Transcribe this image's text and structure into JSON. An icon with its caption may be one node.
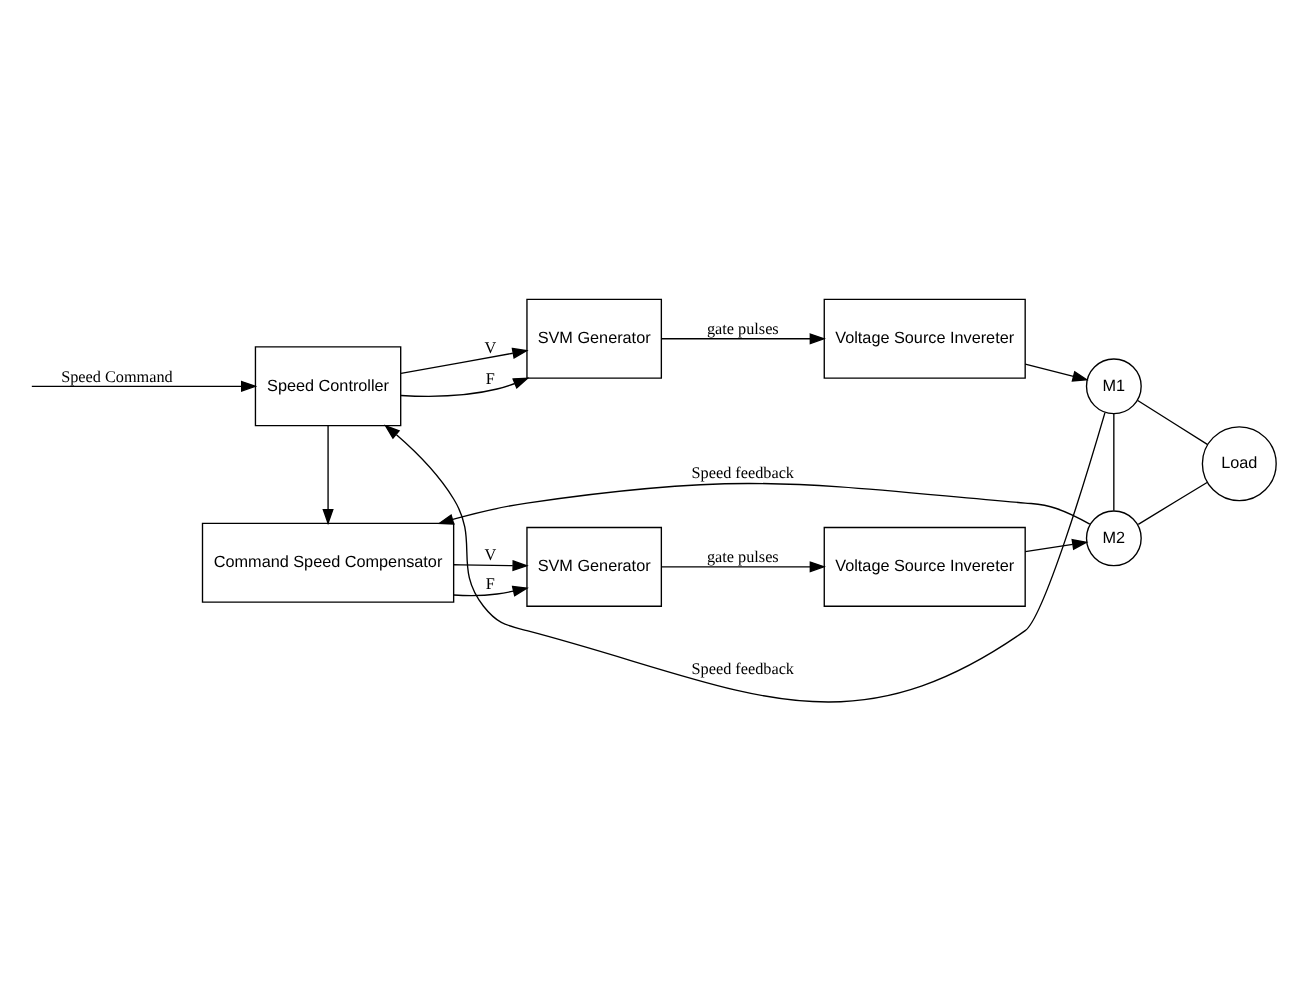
{
  "diagram": {
    "nodes": [
      {
        "text": [
          "Speed Controller"
        ]
      },
      {
        "text": [
          "SVM Generator"
        ]
      },
      {
        "text": [
          "Voltage Source Invereter"
        ]
      },
      {
        "text": [
          "M1"
        ]
      },
      {
        "text": [
          "Command Speed Compensator"
        ]
      },
      {
        "text": [
          "SVM Generator"
        ]
      },
      {
        "text": [
          "Voltage Source Invereter"
        ]
      },
      {
        "text": [
          "M2"
        ]
      },
      {
        "text": [
          "Load"
        ]
      }
    ],
    "edges": [
      {
        "from": null,
        "to": 0,
        "arrow": "to",
        "label": "Speed Command"
      },
      {
        "from": 0,
        "to": 1,
        "arrow": "to",
        "label": "V"
      },
      {
        "from": 0,
        "to": 1,
        "arrow": "to",
        "label": "F"
      },
      {
        "from": 1,
        "to": 2,
        "arrow": "to",
        "label": "gate pulses"
      },
      {
        "from": 2,
        "to": 3,
        "arrow": "to"
      },
      {
        "from": 0,
        "to": 4,
        "arrow": "to"
      },
      {
        "from": 4,
        "to": 5,
        "arrow": "to",
        "label": "V"
      },
      {
        "from": 4,
        "to": 5,
        "arrow": "to",
        "label": "F"
      },
      {
        "from": 5,
        "to": 6,
        "arrow": "to",
        "label": "gate pulses"
      },
      {
        "from": 6,
        "to": 7,
        "arrow": "to"
      },
      {
        "from": 3,
        "to": 0,
        "arrow": "to",
        "label": "Speed feedback"
      },
      {
        "from": 7,
        "to": 4,
        "arrow": "to",
        "label": "Speed feedback"
      },
      {
        "from": 3,
        "to": 7,
        "arrow": "none"
      },
      {
        "from": 3,
        "to": 8,
        "arrow": "none"
      },
      {
        "from": 7,
        "to": 8,
        "arrow": "none"
      }
    ]
  }
}
